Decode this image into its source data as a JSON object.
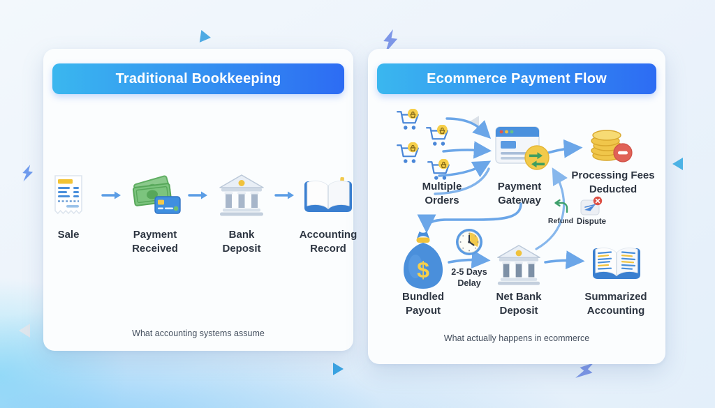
{
  "colors": {
    "header_gradient_start": "#3ab7ef",
    "header_gradient_end": "#2d6cf3",
    "arrow_blue": "#6ba6e8",
    "accent_green": "#3fa06c",
    "accent_red": "#e06257",
    "accent_yellow": "#f2c94c",
    "label_text": "#2e3642",
    "card_background": "#fbfdfe"
  },
  "left_card": {
    "title": "Traditional Bookkeeping",
    "steps": [
      {
        "icon": "receipt-icon",
        "label": "Sale"
      },
      {
        "icon": "cash-card-icon",
        "label": "Payment Received"
      },
      {
        "icon": "bank-icon",
        "label": "Bank Deposit"
      },
      {
        "icon": "open-book-icon",
        "label": "Accounting Record"
      }
    ],
    "footer": "What accounting systems assume"
  },
  "right_card": {
    "title": "Ecommerce Payment Flow",
    "nodes": {
      "multiple_orders": "Multiple Orders",
      "payment_gateway": "Payment Gateway",
      "processing_fees": "Processing Fees Deducted",
      "refund": "Refund",
      "dispute": "Dispute",
      "bundled_payout": "Bundled Payout",
      "delay": "2-5 Days Delay",
      "net_bank_deposit": "Net Bank Deposit",
      "summarized_accounting": "Summarized Accounting"
    },
    "footer": "What actually happens in ecommerce"
  }
}
